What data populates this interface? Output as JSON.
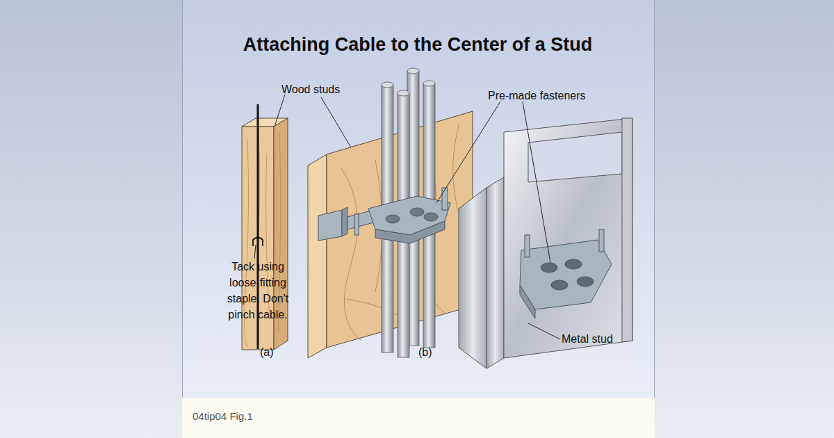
{
  "diagram": {
    "title": "Attaching Cable to the Center of a Stud",
    "caption": "04tip04 Fig.1",
    "labels": [
      "Wood studs",
      "Pre-made fasteners",
      "Tack using loose-fitting staple. Don't pinch cable.",
      "(a)",
      "(b)",
      "Metal stud"
    ]
  }
}
